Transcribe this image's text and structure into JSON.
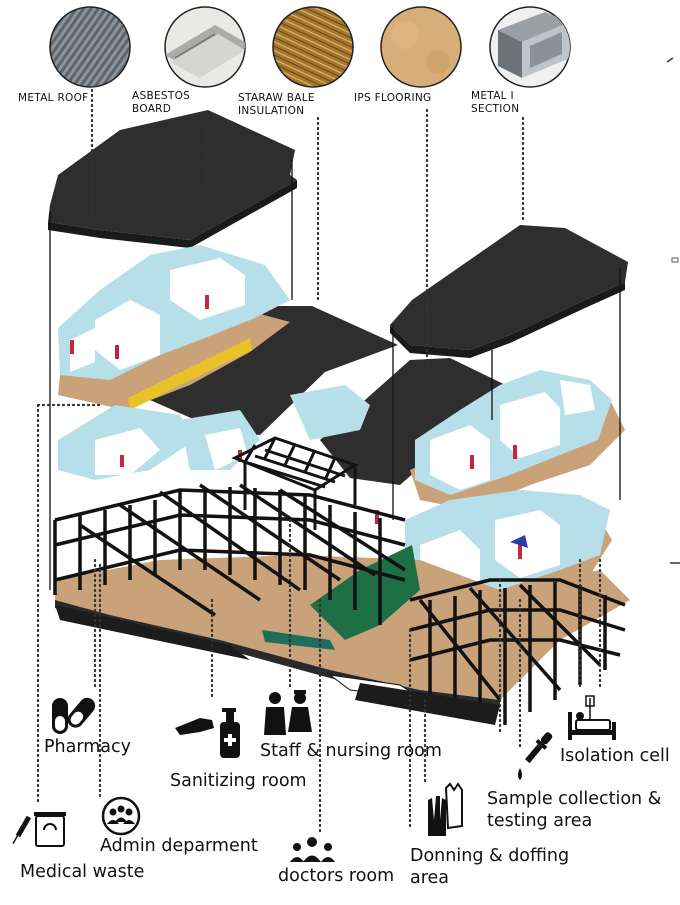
{
  "materials": [
    {
      "id": "metal-roof",
      "lines": [
        "METAL ROOF"
      ]
    },
    {
      "id": "asbestos-board",
      "lines": [
        "ASBESTOS",
        "BOARD"
      ]
    },
    {
      "id": "straw-bale",
      "lines": [
        "STARAW BALE",
        "INSULATION"
      ]
    },
    {
      "id": "ips-flooring",
      "lines": [
        "IPS FLOORING"
      ]
    },
    {
      "id": "metal-i-section",
      "lines": [
        "METAL I",
        "SECTION"
      ]
    }
  ],
  "rooms": {
    "pharmacy": {
      "line1": "Pharmacy"
    },
    "sanitizing": {
      "line1": "Sanitizing room"
    },
    "staff": {
      "line1": "Staff & nursing room"
    },
    "isolation": {
      "line1": "Isolation cell"
    },
    "sample": {
      "line1": "Sample collection &",
      "line2": "testing area"
    },
    "medical_waste": {
      "line1": "Medical waste"
    },
    "admin": {
      "line1": "Admin deparment"
    },
    "doctors": {
      "line1": "doctors room"
    },
    "donning": {
      "line1": "Donning & doffing",
      "line2": "area"
    }
  },
  "colors": {
    "roof": "#2e2e2e",
    "wall": "#b7dfe9",
    "wall_white": "#ffffff",
    "floor": "#c9a27a",
    "frame": "#121212",
    "courtyard": "#1e6f46",
    "door": "#c5283d",
    "accent_yellow": "#e8c228"
  }
}
